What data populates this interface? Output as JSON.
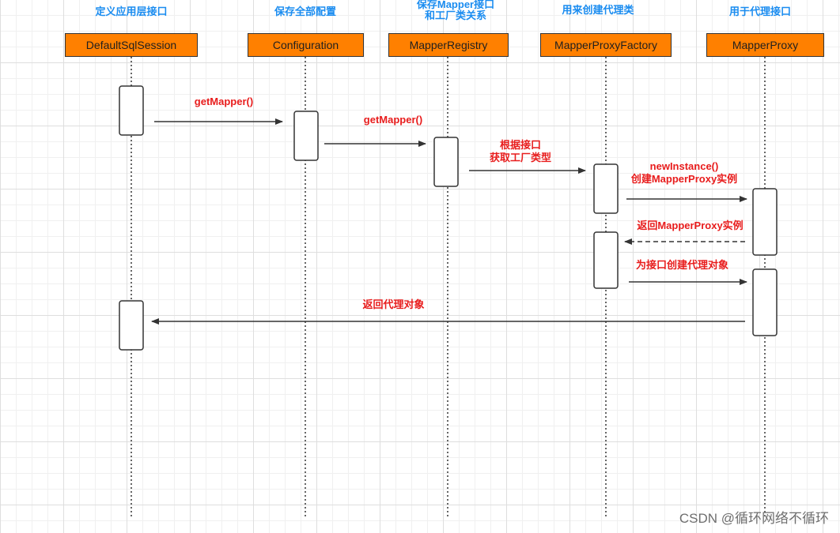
{
  "participants": [
    {
      "name": "DefaultSqlSession",
      "description": "定义应用层接口"
    },
    {
      "name": "Configuration",
      "description": "保存全部配置"
    },
    {
      "name": "MapperRegistry",
      "description": "保存Mapper接口\n和工厂类关系"
    },
    {
      "name": "MapperProxyFactory",
      "description": "用来创建代理类"
    },
    {
      "name": "MapperProxy",
      "description": "用于代理接口"
    }
  ],
  "messages": [
    {
      "label": "getMapper()",
      "from": "DefaultSqlSession",
      "to": "Configuration",
      "style": "solid"
    },
    {
      "label": "getMapper()",
      "from": "Configuration",
      "to": "MapperRegistry",
      "style": "solid"
    },
    {
      "label": "根据接口\n获取工厂类型",
      "from": "MapperRegistry",
      "to": "MapperProxyFactory",
      "style": "solid"
    },
    {
      "label": "newInstance()\n创建MapperProxy实例",
      "from": "MapperProxyFactory",
      "to": "MapperProxy",
      "style": "solid"
    },
    {
      "label": "返回MapperProxy实例",
      "from": "MapperProxy",
      "to": "MapperProxyFactory",
      "style": "dashed"
    },
    {
      "label": "为接口创建代理对象",
      "from": "MapperProxyFactory",
      "to": "MapperProxy",
      "style": "solid"
    },
    {
      "label": "返回代理对象",
      "from": "MapperProxy",
      "to": "DefaultSqlSession",
      "style": "solid"
    }
  ],
  "colors": {
    "participant_fill": "#ff8000",
    "description_text": "#1a8cf0",
    "message_text": "#e81c1c",
    "line": "#333333"
  },
  "watermark": "CSDN @循环网络不循环"
}
